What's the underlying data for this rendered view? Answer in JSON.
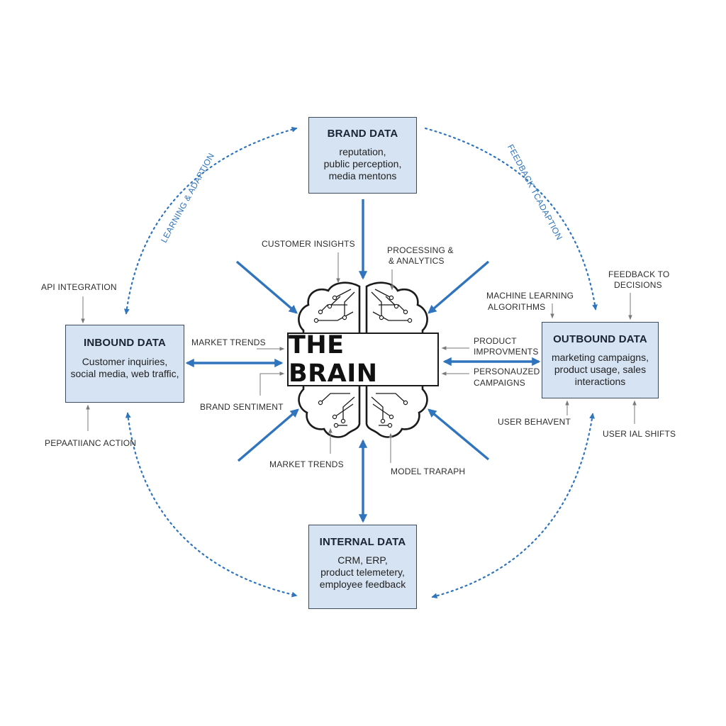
{
  "colors": {
    "arrow_blue": "#2f74bd",
    "box_fill": "#d6e3f3",
    "box_border": "#3c4a5e",
    "thin_arrow": "#7a7a7a"
  },
  "center": {
    "title": "THE BRAIN",
    "icon": "circuit-brain-icon"
  },
  "boxes": {
    "brand": {
      "title": "BRAND DATA",
      "lines": [
        "reputation,",
        "public perception,",
        "media mentons"
      ]
    },
    "inbound": {
      "title": "INBOUND DATA",
      "lines": [
        "Customer inquiries,",
        "social media, web traffic,"
      ]
    },
    "outbound": {
      "title": "OUTBOUND DATA",
      "lines": [
        "marketing campaigns,",
        "product usage, sales",
        "interactions"
      ]
    },
    "internal": {
      "title": "INTERNAL DATA",
      "lines": [
        "CRM, ERP,",
        "product telemetery,",
        "employee feedback"
      ]
    }
  },
  "loop_labels": {
    "top_left": "LEARNING & ADAPTION",
    "top_right": "FEEDBACK TCADAPTION"
  },
  "labels": {
    "customer_insights": "CUSTOMER INSIGHTS",
    "processing_1": "PROCESSING &",
    "processing_2": "& ANALYTICS",
    "api_integration": "API INTEGRATION",
    "market_trends_left": "MARKET TRENDS",
    "brand_sentiment": "BRAND SENTIMENT",
    "pepaatiianc_action": "PEPAATIIANC ACTION",
    "market_trends_bottom": "MARKET TRENDS",
    "model_traraph": "MODEL TRARAPH",
    "ml_1": "MACHINE LEARNING",
    "ml_2": "ALGORITHMS",
    "feedback_decisions_1": "FEEDBACK TO",
    "feedback_decisions_2": "DECISIONS",
    "product_improvements_1": "PRODUCT",
    "product_improvements_2": "IMPROVMENTS",
    "personalized_1": "PERSONAUZED",
    "personalized_2": "CAMPAIGNS",
    "user_behavent": "USER BEHAVENT",
    "user_shifts": "USER IAL SHIFTS"
  }
}
